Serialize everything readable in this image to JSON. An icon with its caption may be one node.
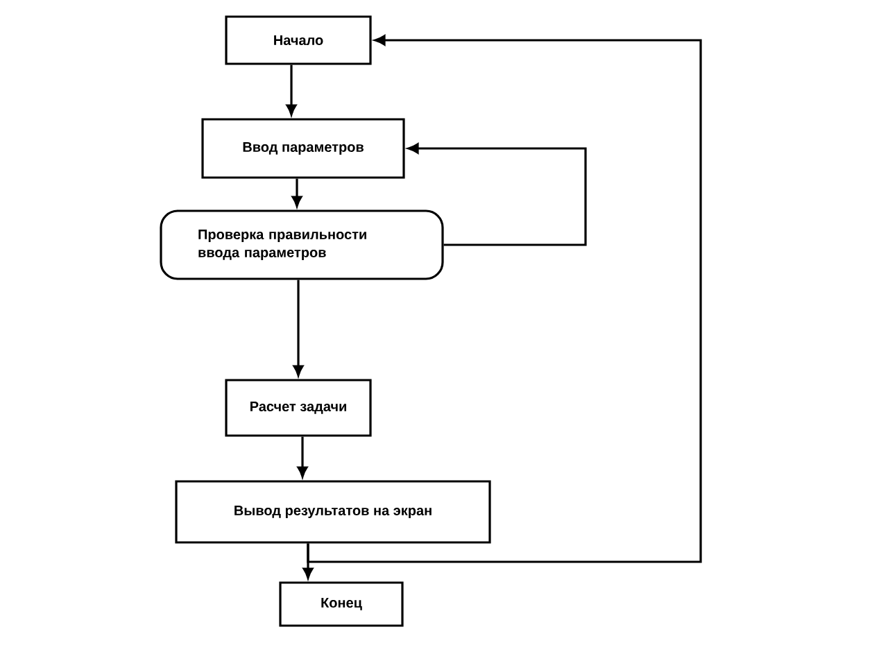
{
  "diagram": {
    "nodes": [
      {
        "text": [
          "Начало"
        ]
      },
      {
        "text": [
          "Ввод параметров"
        ]
      },
      {
        "text": [
          "Проверка правильности ввода параметров"
        ]
      },
      {
        "text": [
          "Расчет задачи"
        ]
      },
      {
        "text": [
          "Вывод результатов на экран"
        ]
      },
      {
        "text": [
          "Конец"
        ]
      }
    ],
    "edges": [
      {
        "from": 0,
        "to": 1,
        "arrow": "to"
      },
      {
        "from": 1,
        "to": 2,
        "arrow": "to"
      },
      {
        "from": 2,
        "to": 1,
        "arrow": "to"
      },
      {
        "from": 2,
        "to": 3,
        "arrow": "to"
      },
      {
        "from": 3,
        "to": 4,
        "arrow": "to"
      },
      {
        "from": 4,
        "to": 5,
        "arrow": "to"
      },
      {
        "from": 4,
        "to": 0,
        "arrow": "to"
      }
    ]
  }
}
